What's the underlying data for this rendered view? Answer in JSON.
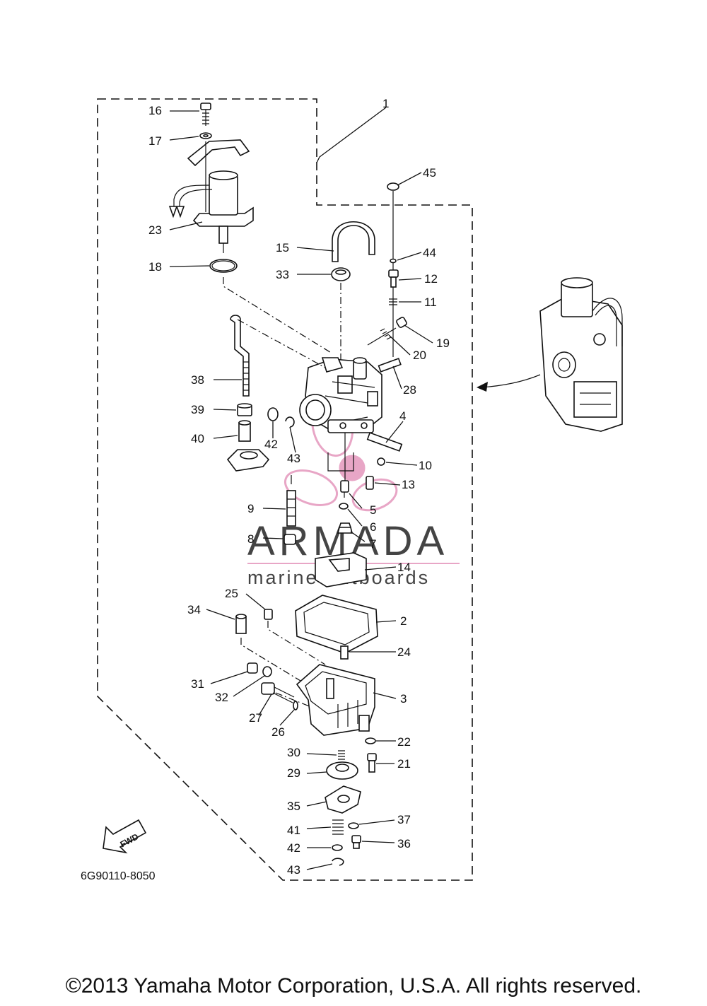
{
  "diagram": {
    "part_code": "6G90110-8050",
    "fwd_label": "FWD",
    "callouts": [
      "1",
      "2",
      "3",
      "4",
      "5",
      "6",
      "7",
      "8",
      "9",
      "10",
      "11",
      "12",
      "13",
      "14",
      "15",
      "16",
      "17",
      "18",
      "19",
      "20",
      "21",
      "22",
      "23",
      "24",
      "25",
      "26",
      "27",
      "28",
      "29",
      "30",
      "31",
      "32",
      "33",
      "34",
      "35",
      "36",
      "37",
      "38",
      "39",
      "40",
      "41",
      "42",
      "43",
      "44",
      "45"
    ],
    "extra_callouts": {
      "c42b": "42",
      "c43b": "43"
    }
  },
  "watermark": {
    "brand": "ARMADA",
    "tagline": "marine outboards",
    "accent_color": "#e8a6c6"
  },
  "footer": {
    "copyright": "©2013 Yamaha Motor Corporation, U.S.A. All rights reserved."
  }
}
